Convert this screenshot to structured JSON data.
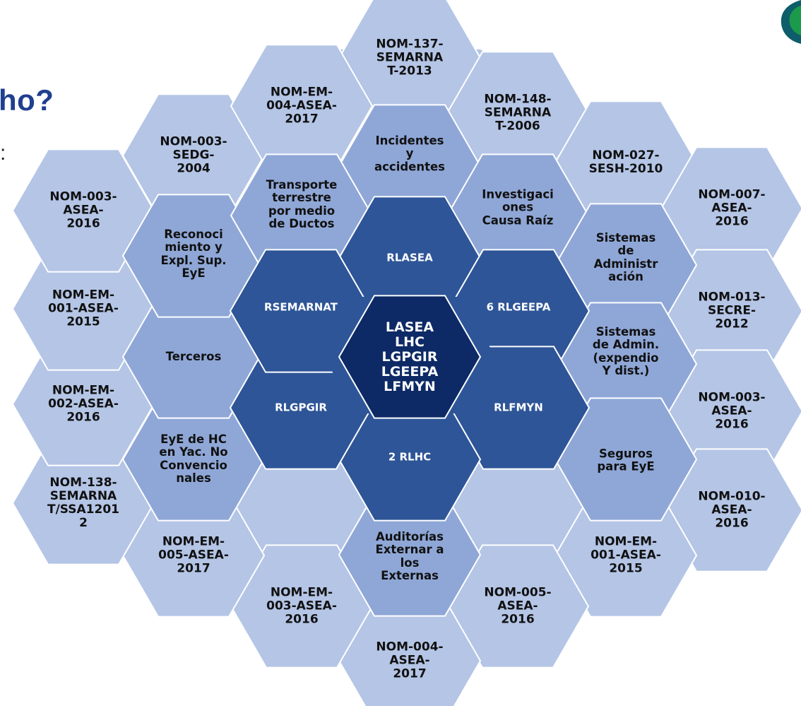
{
  "header": {
    "title_fragment": "ho?",
    "colon": ":"
  },
  "colors": {
    "outer": "#b4c5e6",
    "ring2": "#8fa7d7",
    "ring1": "#2e5597",
    "core": "#0d2a66",
    "logo_green": "#1c9a4b",
    "logo_teal": "#0e5d6a"
  },
  "core": {
    "label": "LASEA\nLHC\nLGPGIR\nLGEEPA\nLFMYN"
  },
  "ring1": [
    {
      "label": "RLASEA"
    },
    {
      "label": "6 RLGEEPA"
    },
    {
      "label": "RLFMYN"
    },
    {
      "label": "2 RLHC"
    },
    {
      "label": "RLGPGIR"
    },
    {
      "label": "RSEMARNAT"
    }
  ],
  "ring2": [
    {
      "label": "Incidentes\ny\naccidentes"
    },
    {
      "label": "Investigaci\nones\nCausa Raíz"
    },
    {
      "label": "Sistemas\nde\nAdministr\nación"
    },
    {
      "label": "Sistemas\nde Admin.\n(expendio\nY dist.)"
    },
    {
      "label": "Seguros\npara EyE"
    },
    {
      "label": "Auditorías\nExternar a\nlos\nExternas"
    },
    {
      "label": "EyE de HC\nen Yac. No\nConvencio\nnales"
    },
    {
      "label": "Terceros"
    },
    {
      "label": "Reconoci\nmiento y\nExpl.  Sup.\nEyE"
    },
    {
      "label": "Transporte\nterrestre\npor medio\nde Ductos"
    }
  ],
  "outer": [
    {
      "label": "NOM-137-\nSEMARNA\nT-2013"
    },
    {
      "label": "NOM-148-\nSEMARNA\nT-2006"
    },
    {
      "label": "NOM-027-\nSESH-2010"
    },
    {
      "label": "NOM-007-\nASEA-\n2016"
    },
    {
      "label": "NOM-013-\nSECRE-\n2012"
    },
    {
      "label": "NOM-003-\nASEA-\n2016"
    },
    {
      "label": "NOM-010-\nASEA-\n2016"
    },
    {
      "label": "NOM-EM-\n001-ASEA-\n2015"
    },
    {
      "label": "NOM-005-\nASEA-\n2016"
    },
    {
      "label": "NOM-004-\nASEA-\n2017"
    },
    {
      "label": "NOM-EM-\n003-ASEA-\n2016"
    },
    {
      "label": "NOM-EM-\n005-ASEA-\n2017"
    },
    {
      "label": "NOM-138-\nSEMARNA\nT/SSA1201\n2"
    },
    {
      "label": "NOM-EM-\n002-ASEA-\n2016"
    },
    {
      "label": "NOM-EM-\n001-ASEA-\n2015"
    },
    {
      "label": "NOM-003-\nASEA-\n2016"
    },
    {
      "label": "NOM-003-\nSEDG-\n2004"
    },
    {
      "label": "NOM-EM-\n004-ASEA-\n2017"
    }
  ]
}
